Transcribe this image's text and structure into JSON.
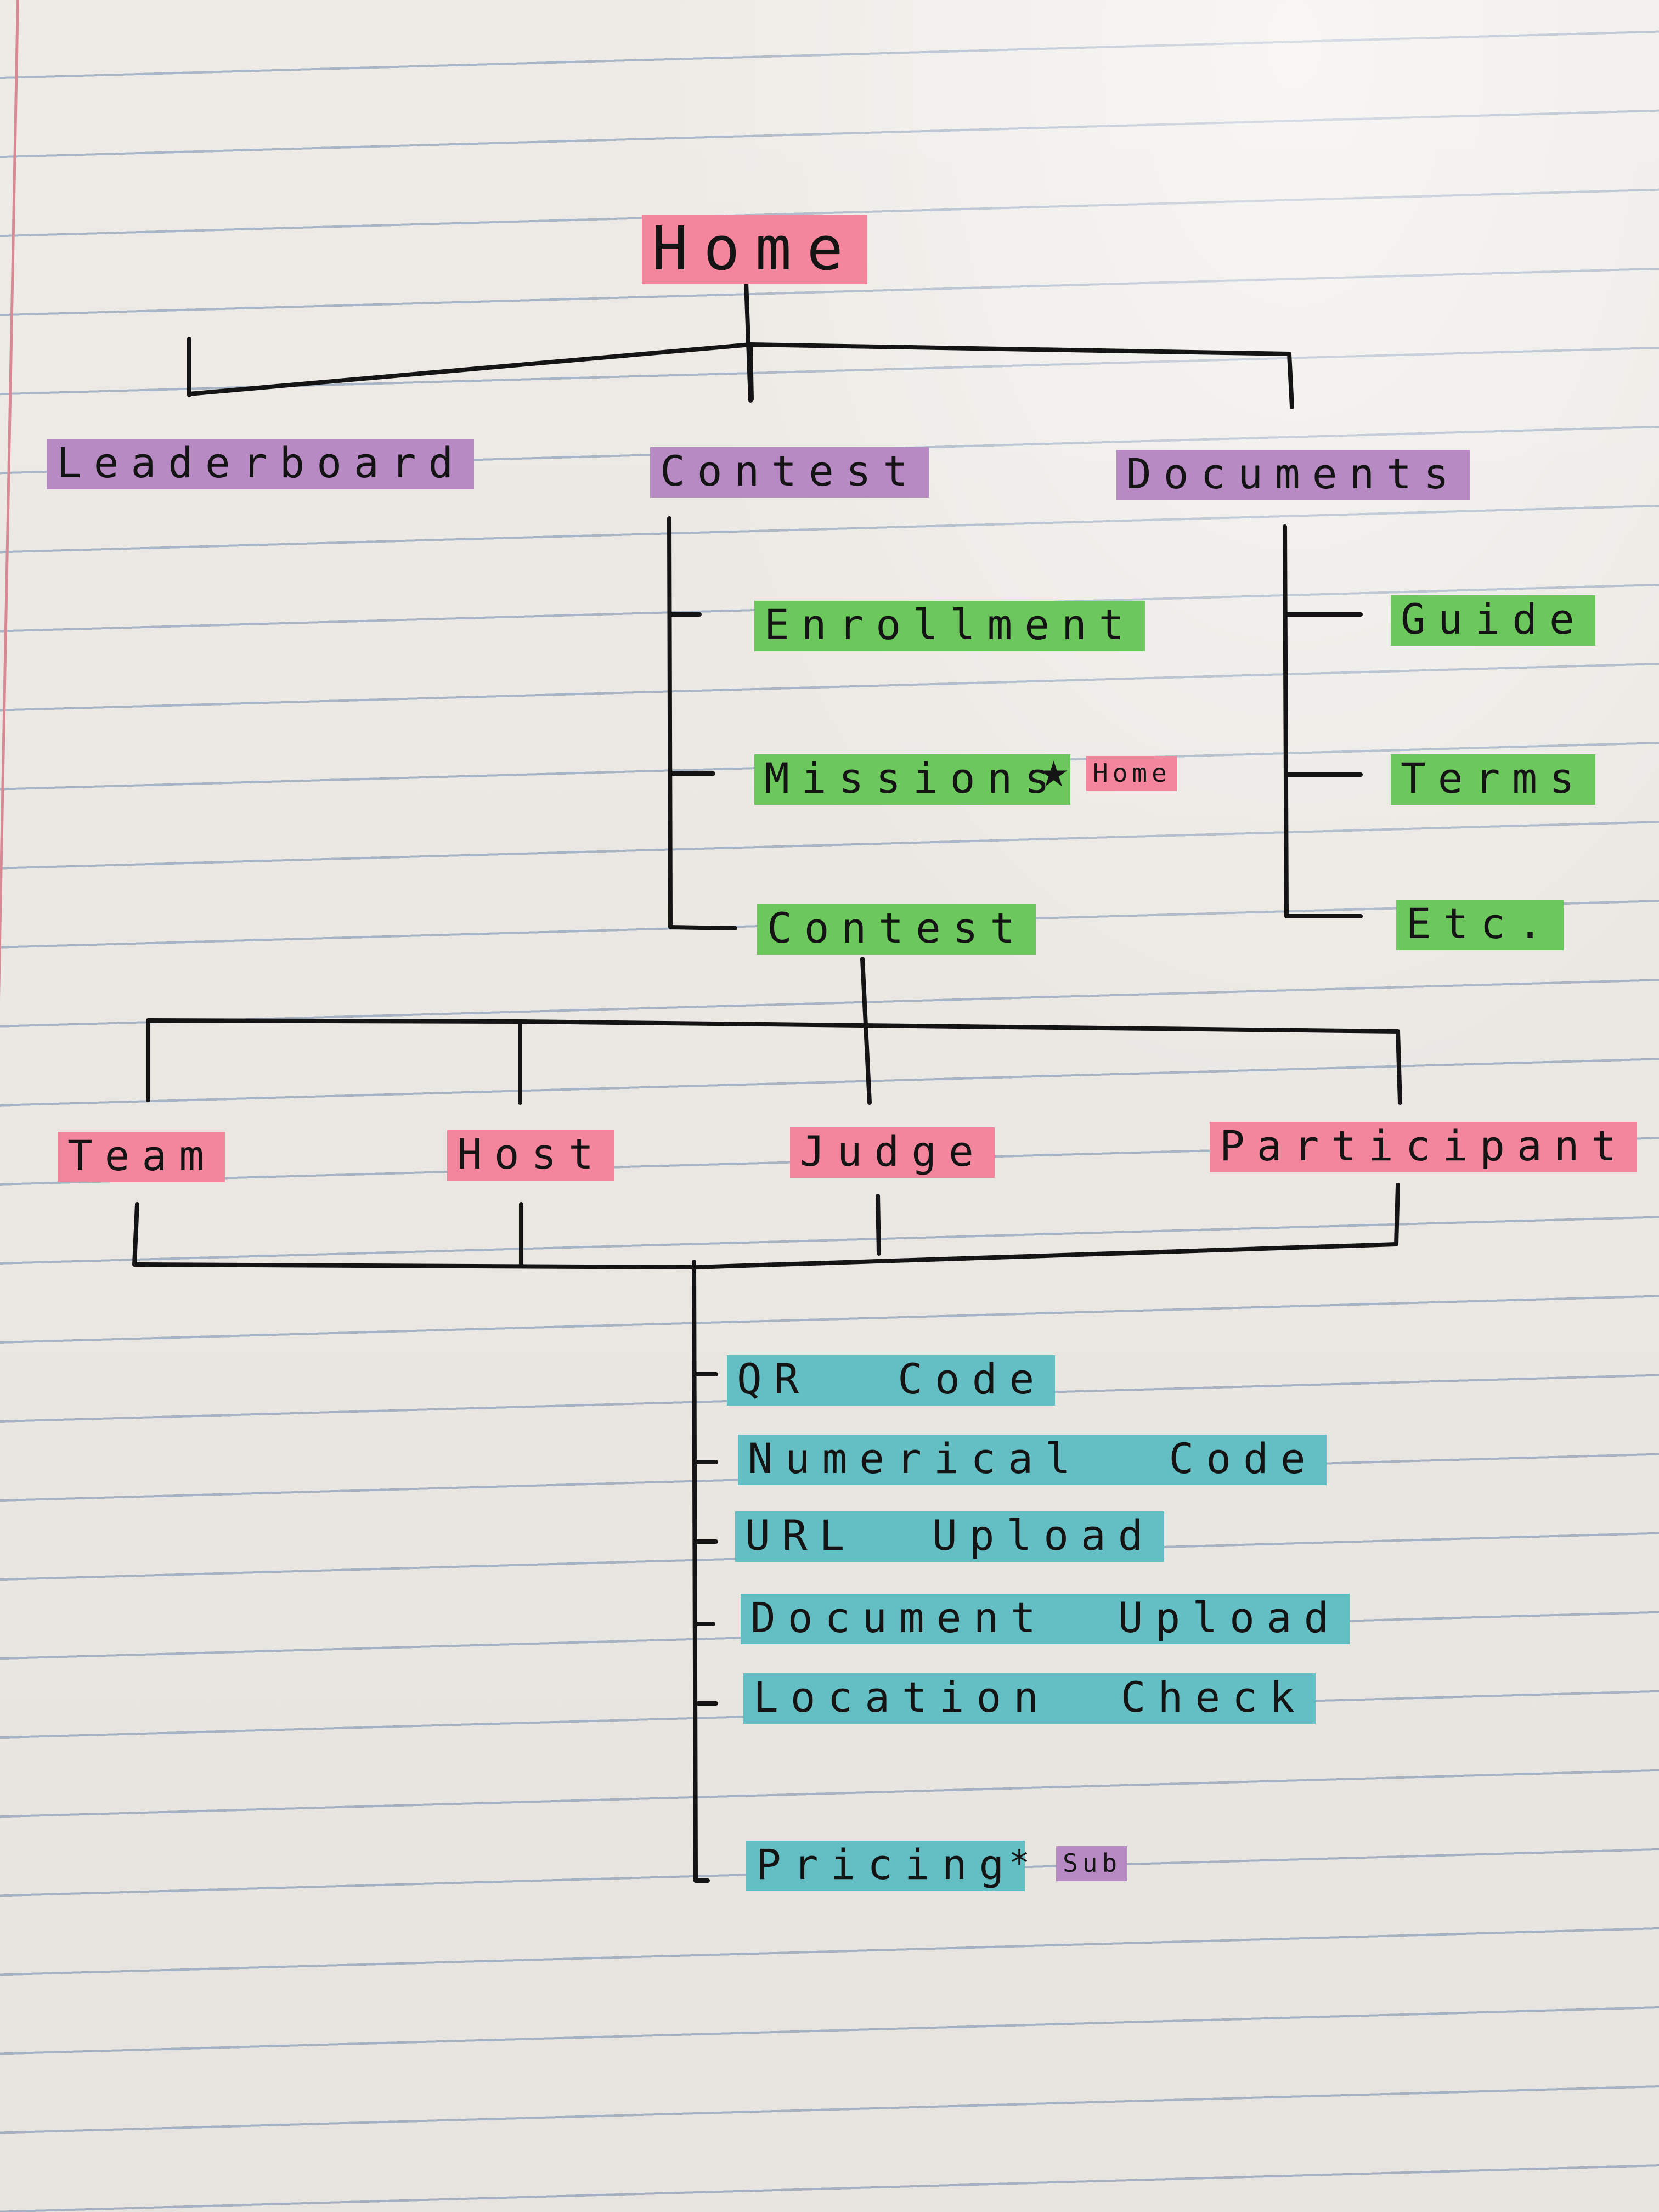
{
  "diagram": {
    "root": "Home",
    "level1": [
      "Leaderboard",
      "Contest",
      "Documents"
    ],
    "contest_children": [
      "Enrollment",
      "Missions",
      "Contest"
    ],
    "missions_note": {
      "star": "★",
      "label": "Home"
    },
    "documents_children": [
      "Guide",
      "Terms",
      "Etc."
    ],
    "roles": [
      "Team",
      "Host",
      "Judge",
      "Participant"
    ],
    "features": [
      "QR Code",
      "Numerical Code",
      "URL Upload",
      "Document Upload",
      "Location Check",
      "Pricing"
    ],
    "pricing_note": {
      "star": "*",
      "label": "Sub"
    }
  },
  "colors": {
    "pink": "#f3869c",
    "purple": "#b78ac4",
    "green": "#6cc75c",
    "teal": "#64bfc4",
    "ink": "#141414"
  }
}
